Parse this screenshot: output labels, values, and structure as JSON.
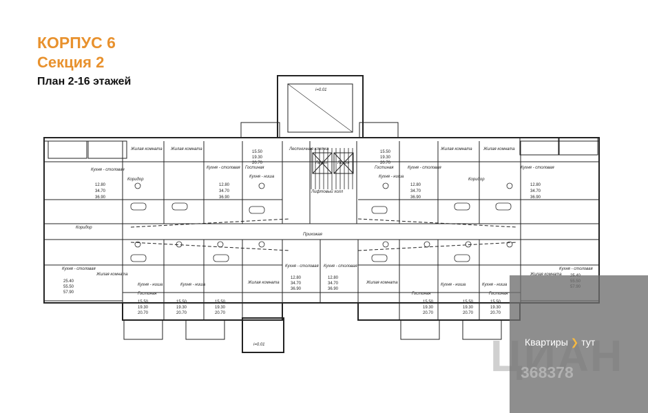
{
  "header": {
    "building": "КОРПУС 6",
    "section": "Секция 2",
    "floors": "План 2-16 этажей"
  },
  "plan": {
    "slope_label": "i=0.01",
    "stair_label": "Лестничная клетка",
    "lift_label": "Лифт",
    "lift_hall": "Лифтовый холл",
    "corridor": "Коридор",
    "kitchen": "Кухня - столовая",
    "living": "Жилая комната",
    "guest": "Гостиная",
    "kitchen_niche": "Кухня - ниша",
    "hallway": "Прихожая",
    "areas_top": [
      "12.80",
      "34.70",
      "36.90",
      "15.50",
      "19.30",
      "20.70"
    ],
    "areas_bottom": [
      "15.50",
      "19.30",
      "20.70",
      "12.80",
      "34.70",
      "36.90"
    ],
    "side_areas": [
      "25.40",
      "55.50",
      "57.90"
    ]
  },
  "watermark": {
    "brand_a": "Квартиры",
    "brand_b": "тут",
    "big": "ЦИАН",
    "phone": "368378"
  },
  "colors": {
    "accent": "#e8912d",
    "line": "#222222",
    "watermark": "#6e6e6e"
  }
}
